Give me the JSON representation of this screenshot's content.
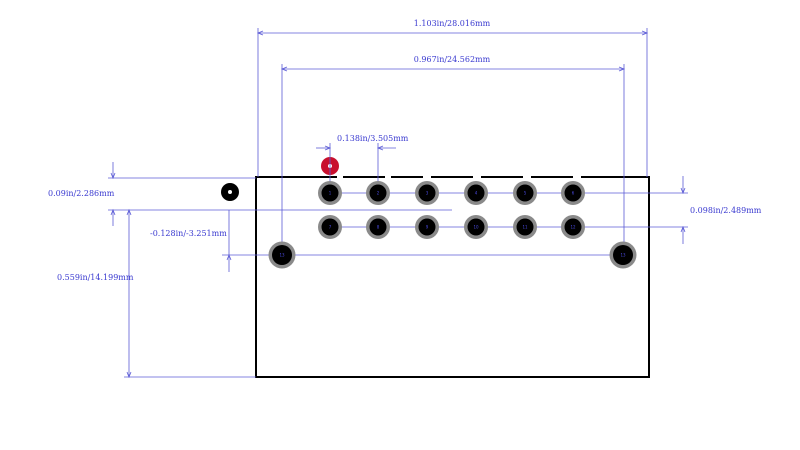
{
  "dimensions": {
    "overall_width": "1.103in/28.016mm",
    "mount_pitch": "0.967in/24.562mm",
    "pin_pitch": "0.138in/3.505mm",
    "top_offset": "0.09in/2.286mm",
    "row_pitch": "0.098in/2.489mm",
    "mount_offset": "-0.128in/-3.251mm",
    "body_height": "0.559in/14.199mm"
  },
  "pins_row1": [
    "1",
    "2",
    "3",
    "4",
    "5",
    "6"
  ],
  "pins_row2": [
    "7",
    "8",
    "9",
    "10",
    "11",
    "12"
  ],
  "mount_holes": [
    "13",
    "13"
  ],
  "colors": {
    "dimension": "#5b5bd6",
    "outline": "#000000",
    "pin1_marker": "#c8102e",
    "pad_ring": "#8a8a8a"
  }
}
